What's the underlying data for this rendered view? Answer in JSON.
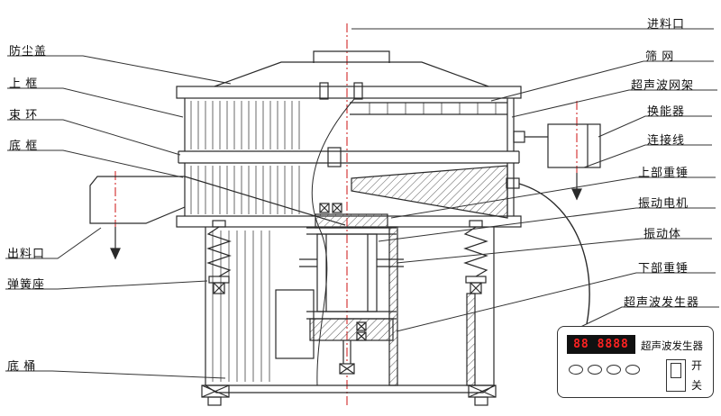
{
  "labels": {
    "left": [
      {
        "text": "防尘盖"
      },
      {
        "text": "上 框"
      },
      {
        "text": "束 环"
      },
      {
        "text": "底 框"
      },
      {
        "text": "出料口"
      },
      {
        "text": "弹簧座"
      },
      {
        "text": "底 桶"
      }
    ],
    "right": [
      {
        "text": "进料口"
      },
      {
        "text": "筛 网"
      },
      {
        "text": "超声波网架"
      },
      {
        "text": "换能器"
      },
      {
        "text": "连接线"
      },
      {
        "text": "上部重锤"
      },
      {
        "text": "振动电机"
      },
      {
        "text": "振动体"
      },
      {
        "text": "下部重锤"
      },
      {
        "text": "超声波发生器"
      }
    ]
  },
  "control_box": {
    "name_label": "超声波发生器",
    "display_value": "88 8888",
    "switch_on_label": "开",
    "switch_off_label": "关"
  },
  "colors": {
    "line": "#2a2a2a",
    "centerline_red": "#cc1111",
    "led_red": "#ff2222",
    "led_bg": "#111111",
    "background": "#ffffff"
  }
}
